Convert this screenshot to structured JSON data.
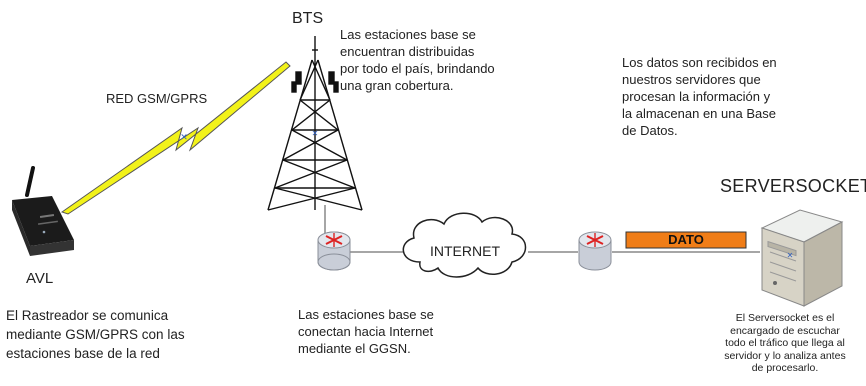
{
  "diagram": {
    "bts_label": "BTS",
    "bts_note": [
      "Las estaciones base se",
      "encuentran distribuidas",
      "por todo el país, brindando",
      "una gran cobertura."
    ],
    "red_label": "RED GSM/GPRS",
    "data_note": [
      "Los datos son recibidos en",
      "nuestros servidores que",
      "procesan la información y",
      "la almacenan en una Base",
      "de Datos."
    ],
    "server_label": "SERVERSOCKET",
    "dato_label": "DATO",
    "internet_label": "INTERNET",
    "avl_label": "AVL",
    "avl_note": [
      "El Rastreador se comunica",
      "mediante GSM/GPRS con las",
      "estaciones base de la red"
    ],
    "ggsn_note": [
      "Las estaciones base se",
      "conectan hacia Internet",
      "mediante el GGSN."
    ],
    "server_note": [
      "El Serversocket es el",
      "encargado de escuchar",
      "todo el tráfico que llega al",
      "servidor y lo analiza antes",
      "de procesarlo."
    ],
    "colors": {
      "bolt": "#f2f21a",
      "dato": "#f07d17",
      "router": "#d9dde6",
      "router_x": "#d22"
    }
  }
}
